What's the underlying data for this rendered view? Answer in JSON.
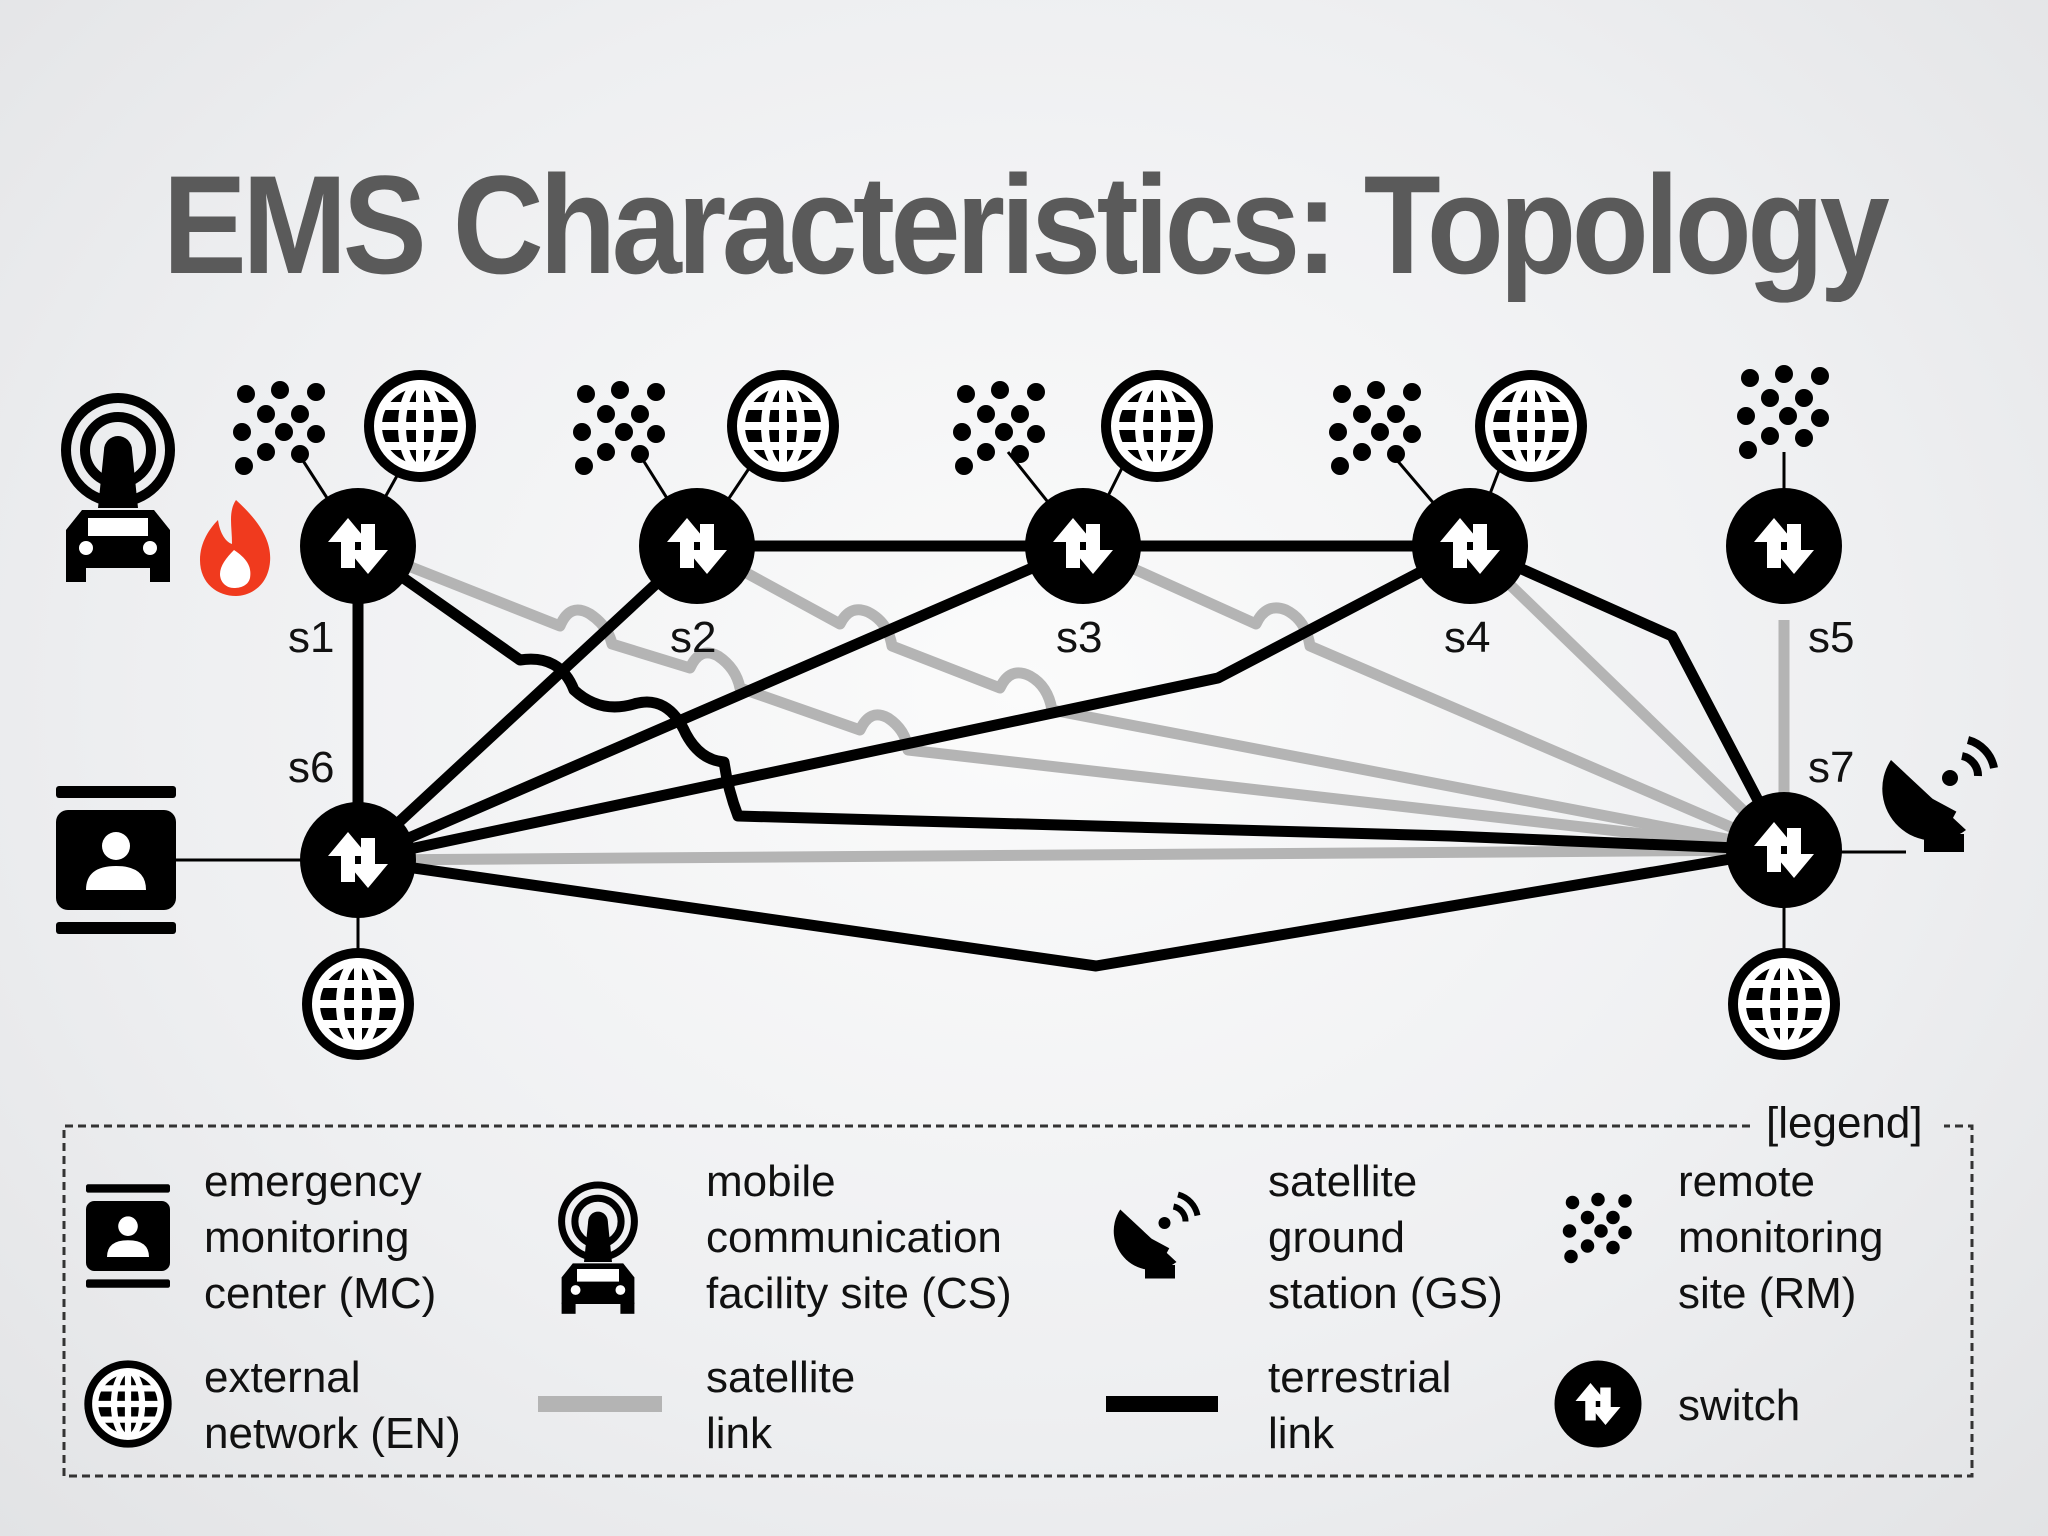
{
  "title": "EMS Characteristics: Topology",
  "nodes": {
    "s1": "s1",
    "s2": "s2",
    "s3": "s3",
    "s4": "s4",
    "s5": "s5",
    "s6": "s6",
    "s7": "s7"
  },
  "legend": {
    "tag": "[legend]",
    "mc": [
      "emergency",
      "monitoring",
      "center (MC)"
    ],
    "cs": [
      "mobile",
      "communication",
      "facility site (CS)"
    ],
    "gs": [
      "satellite",
      "ground",
      "station (GS)"
    ],
    "rm": [
      "remote",
      "monitoring",
      "site (RM)"
    ],
    "en": [
      "external",
      "network (EN)"
    ],
    "sat": [
      "satellite",
      "link"
    ],
    "ter": [
      "terrestrial",
      "link"
    ],
    "sw": "switch"
  },
  "colors": {
    "terrestrial_link": "#000000",
    "satellite_link": "#b4b4b4",
    "fire": "#f03a1e",
    "title": "#5a5a5a"
  }
}
